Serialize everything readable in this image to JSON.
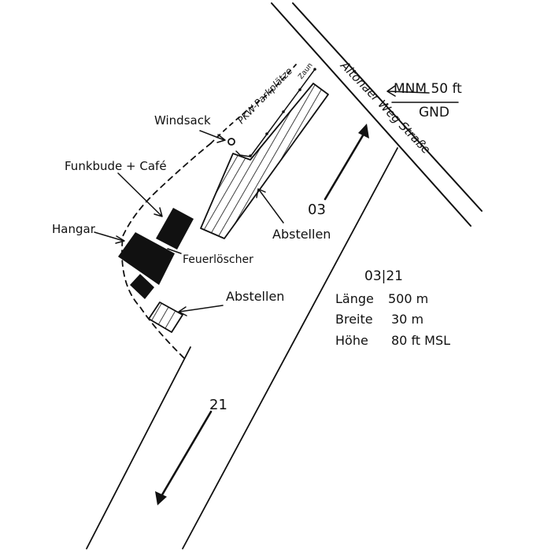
{
  "labels": {
    "road": "Altonaer Weg Straße",
    "mnm": "MNM 50 ft",
    "gnd": "GND",
    "windsack": "Windsack",
    "pkw": "PKW-Parkplätze",
    "fence": "Zaun",
    "funkbude": "Funkbude + Café",
    "hangar": "Hangar",
    "feuerloescher": "Feuerlöscher",
    "abstellen_top": "Abstellen",
    "abstellen_bottom": "Abstellen",
    "rwy03": "03",
    "rwy21": "21"
  },
  "runway_info": {
    "designation": "03|21",
    "rows": [
      {
        "label": "Länge",
        "value": "500 m"
      },
      {
        "label": "Breite",
        "value": "30 m"
      },
      {
        "label": "Höhe",
        "value": "80 ft MSL"
      }
    ]
  },
  "colors": {
    "ink": "#111111",
    "paper": "#ffffff"
  }
}
